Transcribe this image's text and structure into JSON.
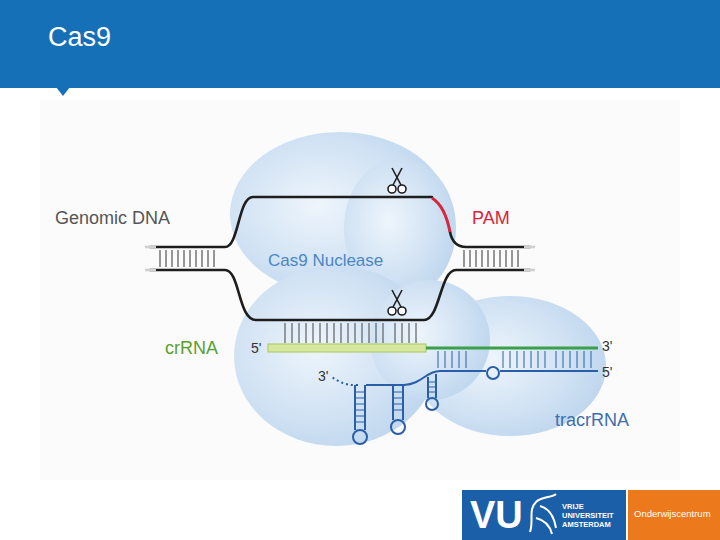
{
  "diagram": {
    "title": "Cas9",
    "nodes": [
      {
        "text": [
          "Cas9 Nuclease"
        ]
      },
      {
        "text": [
          "VU",
          "VRIJE UNIVERSITEIT AMSTERDAM"
        ]
      },
      {
        "text": [
          "Onderwijscentrum"
        ]
      }
    ],
    "labels": [
      "Genomic DNA",
      "PAM",
      "crRNA",
      "5'",
      "3'",
      "3'",
      "5'",
      "tracrRNA"
    ]
  }
}
